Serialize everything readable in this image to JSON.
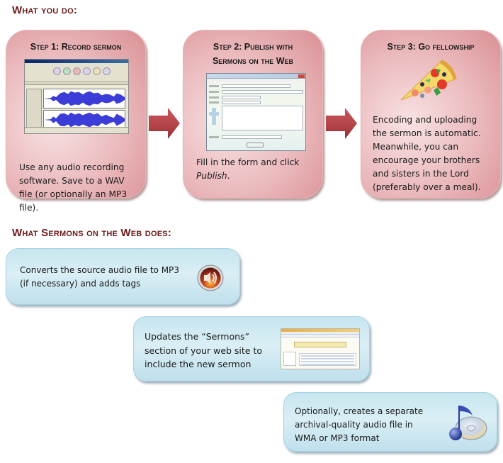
{
  "sections": {
    "what_you_do": "What you do:",
    "what_sotw_does": "What Sermons on the Web does:"
  },
  "steps": [
    {
      "title": "Step 1: Record sermon",
      "image_icon": "audio-editor-screenshot",
      "text": "Use any audio recording software. Save to a WAV file (or optionally an MP3 file)."
    },
    {
      "title_line1": "Step 2: Publish with",
      "title_line2": "Sermons on the Web",
      "image_icon": "publisher-form-screenshot",
      "text_prefix": "Fill in the form and click ",
      "text_emph": "Publish",
      "text_suffix": "."
    },
    {
      "title": "Step 3: Go fellowship",
      "image_icon": "pizza-slice-icon",
      "text": "Encoding and uploading the sermon is automatic. Meanwhile, you can encourage your brothers and sisters in the Lord (preferably over a meal)."
    }
  ],
  "arrows": [
    "arrow-right-icon",
    "arrow-right-icon"
  ],
  "does": [
    {
      "line1": "Converts the source audio file to MP3",
      "line2": "(if necessary) and adds tags",
      "icon": "speaker-icon"
    },
    {
      "line1": "Updates the “Sermons”",
      "line2": "section of your web site to",
      "line3": "include the new sermon",
      "icon": "website-screenshot"
    },
    {
      "line1": "Optionally, creates a separate",
      "line2": "archival-quality audio file in",
      "line3": "WMA or MP3 format",
      "icon": "music-disc-icon"
    }
  ],
  "colors": {
    "heading": "#6b1a1a",
    "step_box": "#eab8bb",
    "arrow": "#b5454a",
    "does_box": "#c7e6f0"
  }
}
